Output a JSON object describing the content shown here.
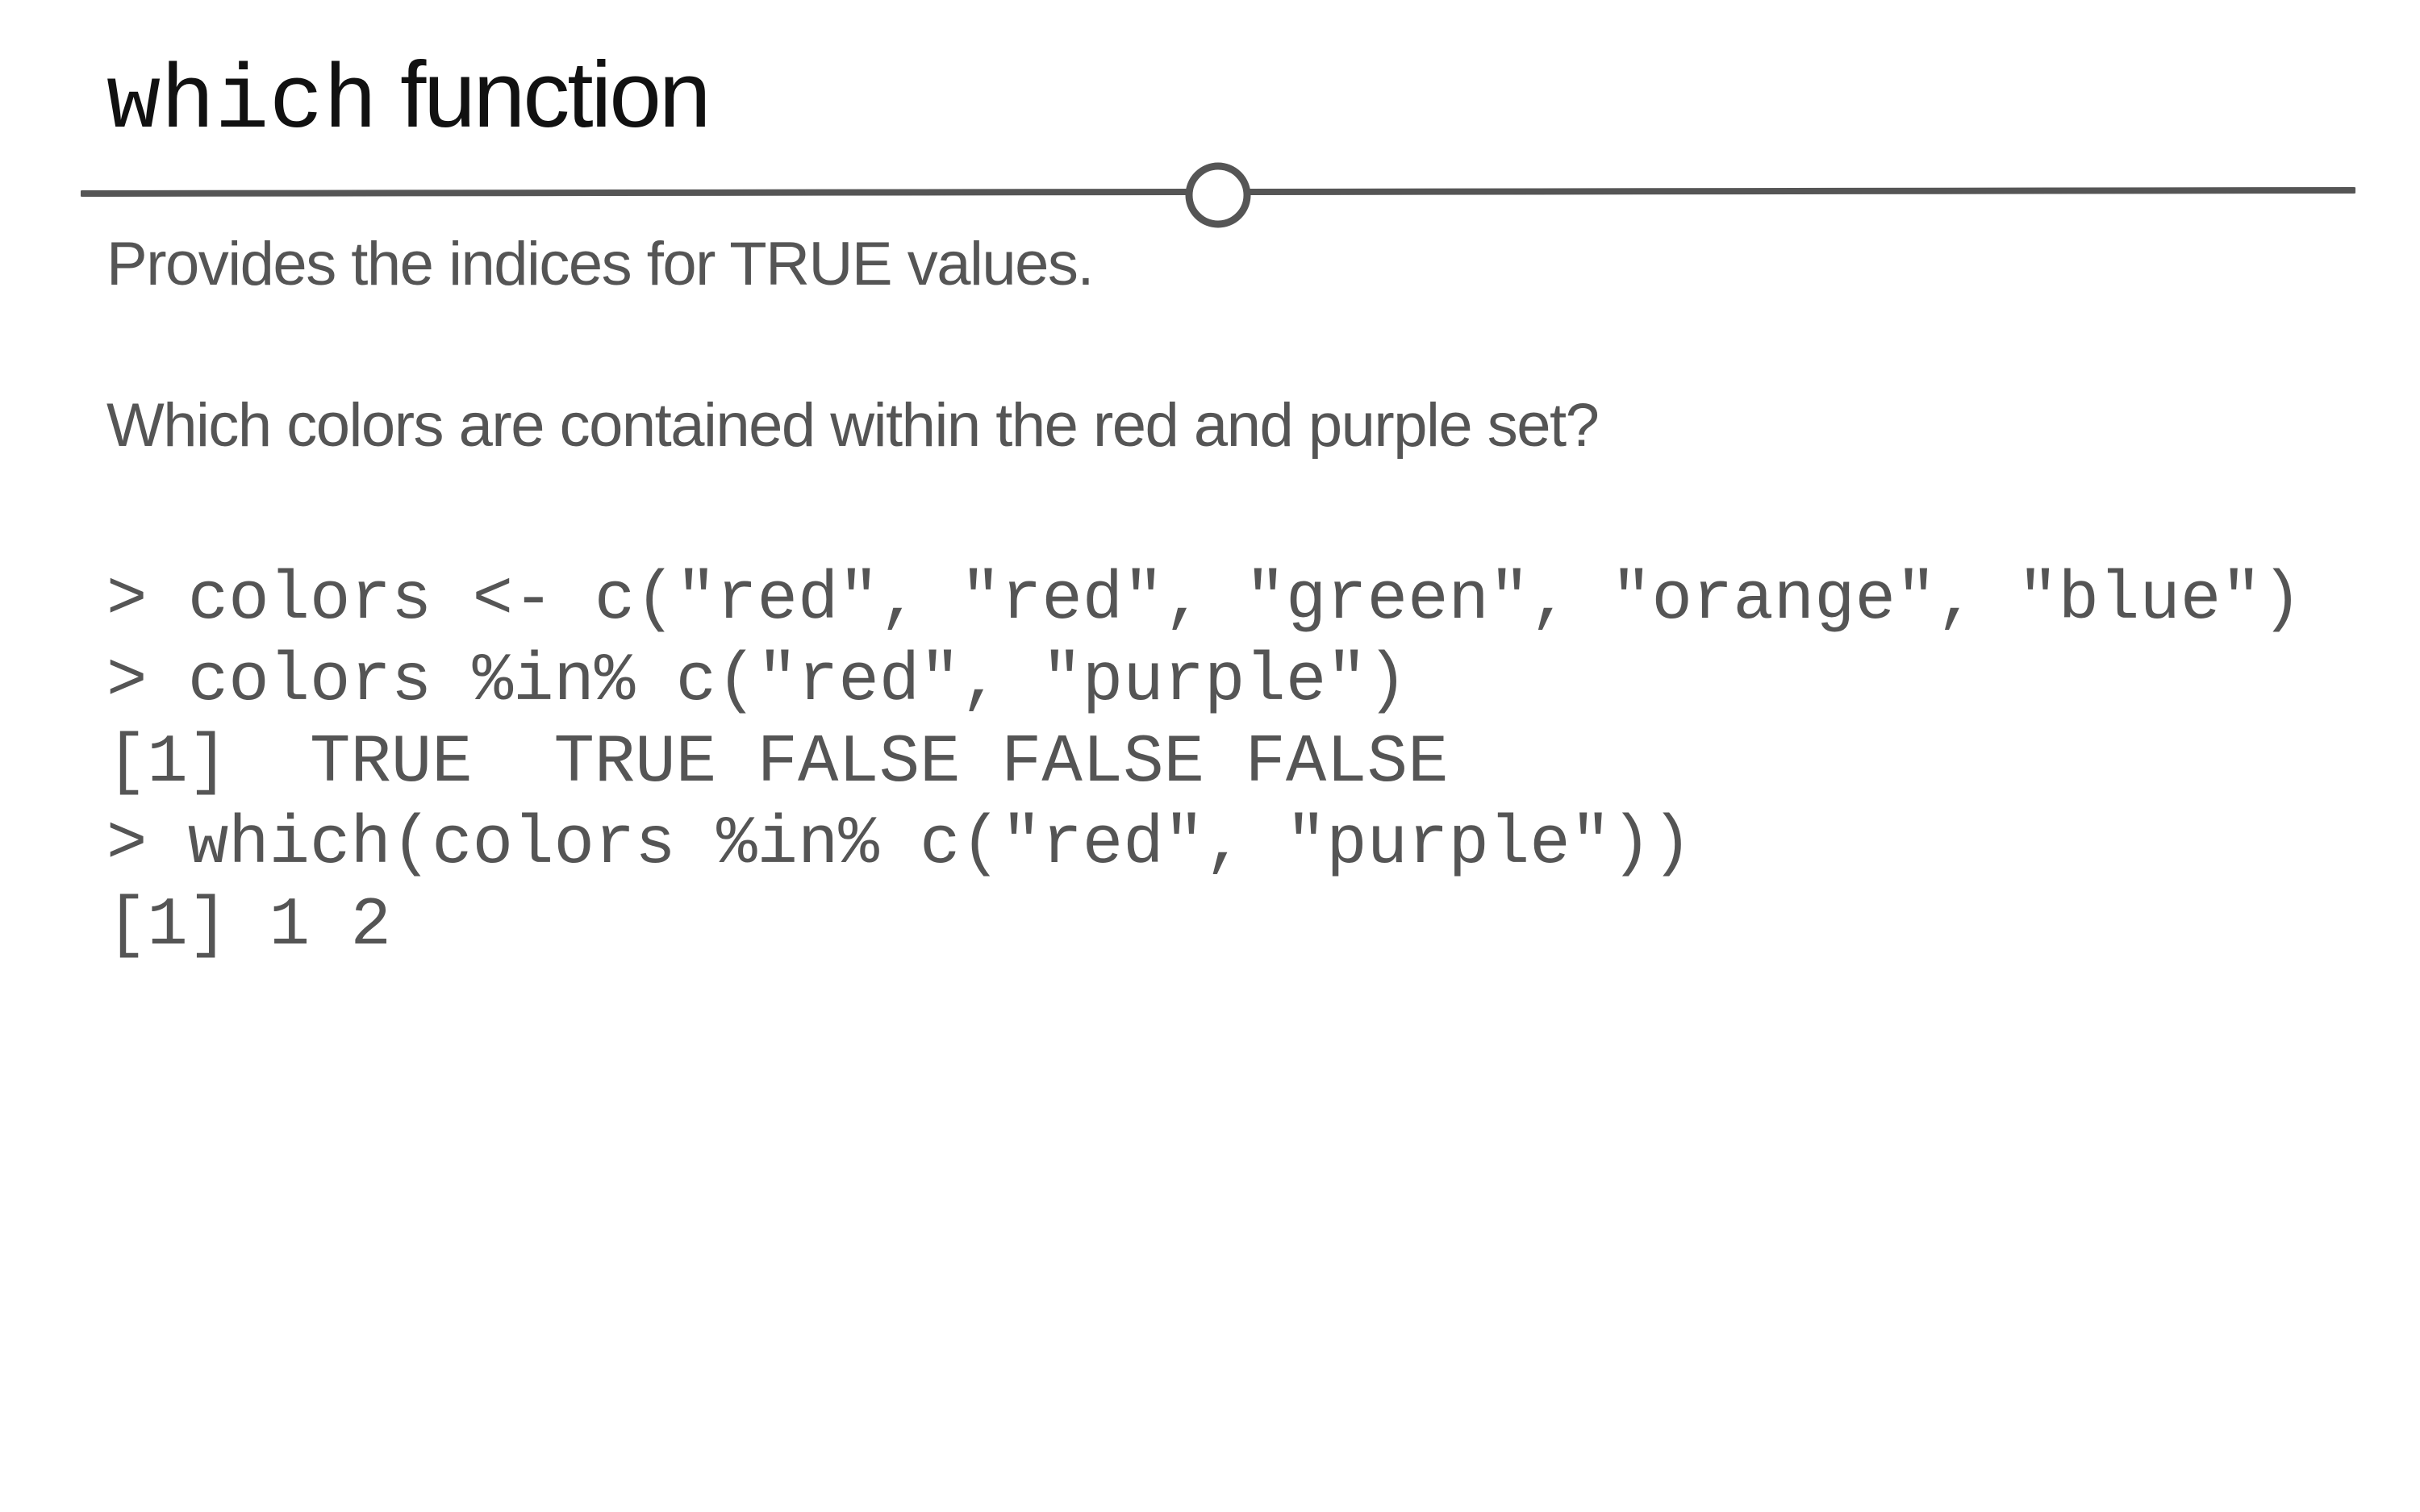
{
  "slide": {
    "title_code": "which",
    "title_text": "function",
    "description": "Provides the indices for TRUE values.",
    "question": "Which colors are contained within the red and purple set?",
    "code_lines": [
      "> colors <- c(\"red\", \"red\", \"green\", \"orange\", \"blue\")",
      "> colors %in% c(\"red\", \"purple\")",
      "[1]  TRUE  TRUE FALSE FALSE FALSE",
      "> which(colors %in% c(\"red\", \"purple\"))",
      "[1] 1 2"
    ]
  },
  "colors": {
    "title": "#111111",
    "body_text": "#555555",
    "divider": "#555555",
    "background": "#ffffff"
  }
}
